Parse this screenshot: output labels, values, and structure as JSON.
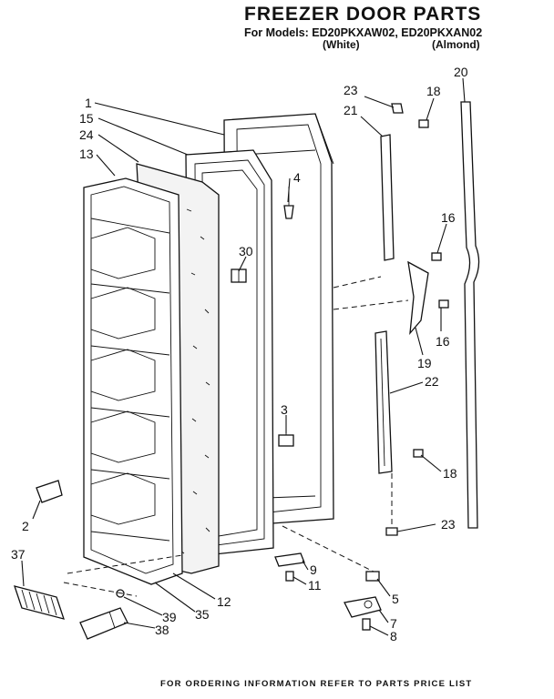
{
  "header": {
    "title": "FREEZER DOOR PARTS",
    "models": "For Models: ED20PKXAW02, ED20PKXAN02",
    "white": "(White)",
    "almond": "(Almond)"
  },
  "footer": "FOR ORDERING INFORMATION REFER TO PARTS PRICE LIST",
  "callouts": {
    "p1": "1",
    "p15": "15",
    "p24": "24",
    "p13": "13",
    "p4": "4",
    "p30": "30",
    "p3": "3",
    "p2": "2",
    "p37": "37",
    "p39": "39",
    "p38": "38",
    "p35": "35",
    "p12": "12",
    "p9": "9",
    "p11": "11",
    "p5": "5",
    "p7": "7",
    "p8": "8",
    "p23a": "23",
    "p18a": "18",
    "p20": "20",
    "p21": "21",
    "p16a": "16",
    "p16b": "16",
    "p19": "19",
    "p22": "22",
    "p18b": "18",
    "p23b": "23"
  }
}
